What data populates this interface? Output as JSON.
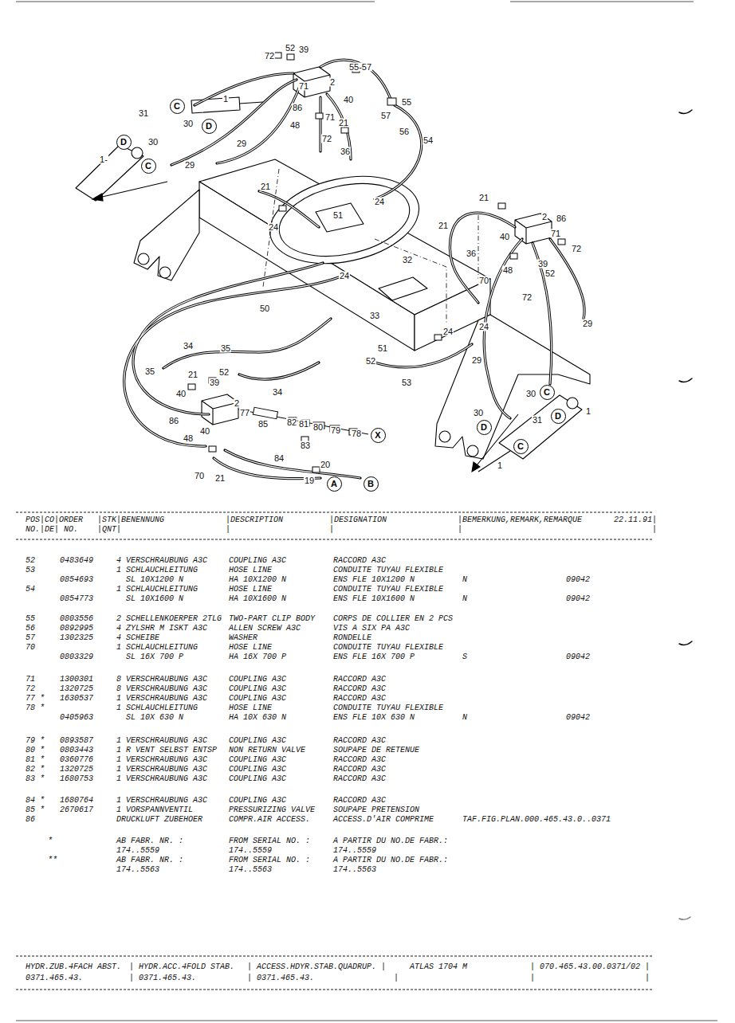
{
  "diagram": {
    "nodes": [
      {
        "text": [
          "C"
        ]
      },
      {
        "text": [
          "D"
        ]
      },
      {
        "text": [
          "D"
        ]
      },
      {
        "text": [
          "C"
        ]
      },
      {
        "text": [
          "C"
        ]
      },
      {
        "text": [
          "D"
        ]
      },
      {
        "text": [
          "D"
        ]
      },
      {
        "text": [
          "X"
        ]
      },
      {
        "text": [
          "C"
        ]
      },
      {
        "text": [
          "A"
        ]
      },
      {
        "text": [
          "B"
        ]
      }
    ],
    "edges": [],
    "labels": [
      "72",
      "52",
      "39",
      "55-57",
      "2",
      "71",
      "1",
      "86",
      "40",
      "55",
      "31",
      "71",
      "21",
      "57",
      "48",
      "56",
      "54",
      "30",
      "29",
      "72",
      "36",
      "1-",
      "29",
      "21",
      "24",
      "21",
      "2",
      "86",
      "51",
      "24",
      "21",
      "40",
      "71",
      "72",
      "36",
      "32",
      "39",
      "52",
      "48",
      "24",
      "70",
      "72",
      "50",
      "33",
      "29",
      "24",
      "24",
      "51",
      "34",
      "35",
      "52",
      "29",
      "35",
      "21",
      "52",
      "39",
      "53",
      "34",
      "40",
      "30",
      "2",
      "77",
      "30",
      "1",
      "31",
      "86",
      "85",
      "82",
      "81",
      "80",
      "79",
      "78",
      "40",
      "48",
      "83",
      "84",
      "20",
      "1",
      "70",
      "21",
      "19",
      "30",
      "POS|CO|ORDER",
      "|STK|BENENNUNG",
      "|DESCRIPTION",
      "|DESIGNATION",
      "|BEMERKUNG,REMARK,REMARQUE",
      "22.11.91|",
      "NO.|DE| NO.",
      "|QNT|",
      "|",
      "|",
      "|",
      "|",
      "52",
      "0483649",
      "4 VERSCHRAUBUNG A3C",
      "COUPLING A3C",
      "RACCORD A3C",
      "53",
      "1 SCHLAUCHLEITUNG",
      "HOSE LINE",
      "CONDUITE TUYAU FLEXIBLE",
      "0854693",
      "SL 10X1200 N",
      "HA 10X1200 N",
      "ENS FLE 10X1200 N",
      "N",
      "09042",
      "54",
      "1 SCHLAUCHLEITUNG",
      "HOSE LINE",
      "CONDUITE TUYAU FLEXIBLE",
      "0854773",
      "SL 10X1600 N",
      "HA 10X1600 N",
      "ENS FLE 10X1600 N",
      "N",
      "09042",
      "55",
      "0803556",
      "2 SCHELLENKOERPER 2TLG",
      "TWO-PART CLIP BODY",
      "CORPS DE COLLIER EN 2 PCS",
      "56",
      "0892995",
      "4 ZYLSHR M ISKT A3C",
      "ALLEN SCREW A3C",
      "VIS A SIX PA A3C",
      "57",
      "1302325",
      "4 SCHEIBE",
      "WASHER",
      "RONDELLE",
      "70",
      "1 SCHLAUCHLEITUNG",
      "HOSE LINE",
      "CONDUITE TUYAU FLEXIBLE",
      "0803329",
      "SL 16X 700 P",
      "HA 16X 700 P",
      "ENS FLE 16X 700 P",
      "S",
      "09042",
      "71",
      "1300301",
      "8 VERSCHRAUBUNG A3C",
      "COUPLING A3C",
      "RACCORD A3C",
      "72",
      "1320725",
      "8 VERSCHRAUBUNG A3C",
      "COUPLING A3C",
      "RACCORD A3C",
      "77 *",
      "1630537",
      "1 VERSCHRAUBUNG A3C",
      "COUPLING A3C",
      "RACCORD A3C",
      "78 *",
      "1 SCHLAUCHLEITUNG",
      "HOSE LINE",
      "CONDUITE TUYAU FLEXIBLE",
      "0405963",
      "SL 10X 630 N",
      "HA 10X 630 N",
      "ENS FLE 10X 630 N",
      "N",
      "09042",
      "79 *",
      "0893587",
      "1 VERSCHRAUBUNG A3C",
      "COUPLING A3C",
      "RACCORD A3C",
      "80 *",
      "0803443",
      "1 R VENT SELBST ENTSP",
      "NON RETURN VALVE",
      "SOUPAPE DE RETENUE",
      "81 *",
      "0360776",
      "1 VERSCHRAUBUNG A3C",
      "COUPLING A3C",
      "RACCORD A3C",
      "82 *",
      "1320725",
      "1 VERSCHRAUBUNG A3C",
      "COUPLING A3C",
      "RACCORD A3C",
      "83 *",
      "1680753",
      "1 VERSCHRAUBUNG A3C",
      "COUPLING A3C",
      "RACCORD A3C",
      "84 *",
      "1680764",
      "1 VERSCHRAUBUNG A3C",
      "COUPLING A3C",
      "RACCORD A3C",
      "85 *",
      "2670617",
      "1 VORSPANNVENTIL",
      "PRESSURIZING VALVE",
      "SOUPAPE PRETENSION",
      "86",
      "DRUCKLUFT ZUBEHOER",
      "COMPR.AIR ACCESS.",
      "ACCESS.D'AIR COMPRIME",
      "TAF.FIG.PLAN.000.465.43.0..0371",
      "*",
      "AB FABR. NR. :",
      "FROM SERIAL NO. :",
      "A PARTIR DU NO.DE FABR.:",
      "174..5559",
      "174..5559",
      "174..5559",
      "**",
      "AB FABR. NR. :",
      "FROM SERIAL NO. :",
      "A PARTIR DU NO.DE FABR.:",
      "174..5563",
      "174..5563",
      "174..5563",
      "HYDR.ZUB.4FACH ABST.",
      "| HYDR.ACC.4FOLD STAB.",
      "| ACCESS.HDYR.STAB.QUADRUP. |",
      "ATLAS 1704 M",
      "| 070.465.43.00.0371/02 |",
      "0371.465.43.",
      "| 0371.465.43.",
      "| 0371.465.43.",
      "|",
      "|",
      "|"
    ]
  }
}
